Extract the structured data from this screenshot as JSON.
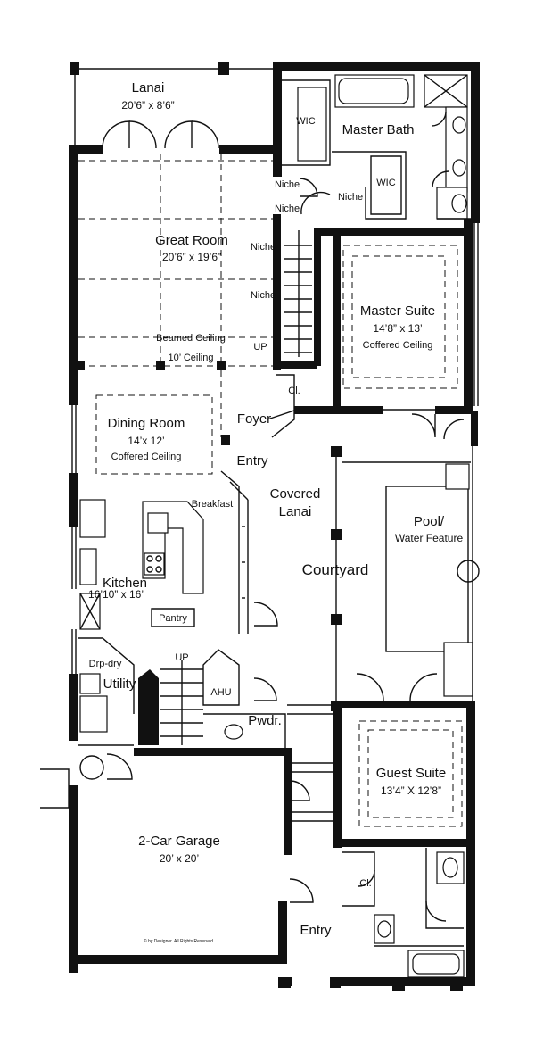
{
  "rooms": {
    "lanai": {
      "name": "Lanai",
      "dims": "20’6” x 8’6”"
    },
    "great_room": {
      "name": "Great Room",
      "dims": "20’6” x 19’6”",
      "ceiling": "Beamed Ceiling",
      "ceiling_height": "10’ Ceiling"
    },
    "master_bath": {
      "name": "Master Bath"
    },
    "master_suite": {
      "name": "Master Suite",
      "dims": "14’8” x 13’",
      "ceiling": "Coffered Ceiling"
    },
    "dining_room": {
      "name": "Dining Room",
      "dims": "14’x 12’",
      "ceiling": "Coffered Ceiling"
    },
    "foyer": {
      "name": "Foyer"
    },
    "entry_main": {
      "name": "Entry"
    },
    "covered_lanai": {
      "line1": "Covered",
      "line2": "Lanai"
    },
    "pool": {
      "line1": "Pool/",
      "line2": "Water Feature"
    },
    "courtyard": {
      "name": "Courtyard"
    },
    "breakfast": {
      "name": "Breakfast"
    },
    "kitchen": {
      "name": "Kitchen",
      "dims": "16’10” x 16’"
    },
    "pantry": {
      "name": "Pantry"
    },
    "drop": {
      "name": "Drp-dry"
    },
    "utility": {
      "name": "Utility"
    },
    "ahu": {
      "name": "AHU"
    },
    "powder": {
      "name": "Pwdr."
    },
    "garage": {
      "name": "2-Car Garage",
      "dims": "20’ x 20’"
    },
    "guest_suite": {
      "name": "Guest Suite",
      "dims": "13’4” X 12’8”"
    },
    "entry_lower": {
      "name": "Entry"
    }
  },
  "labels": {
    "wic_1": "WIC",
    "wic_2": "WIC",
    "niche_1": "Niche",
    "niche_2": "Niche",
    "niche_3": "Niche",
    "niche_4": "Niche",
    "niche_5": "Niche",
    "up_1": "UP",
    "up_2": "UP",
    "closet_1": "Cl.",
    "closet_2": "Cl."
  },
  "copyright": "© by Designer. All Rights Reserved"
}
